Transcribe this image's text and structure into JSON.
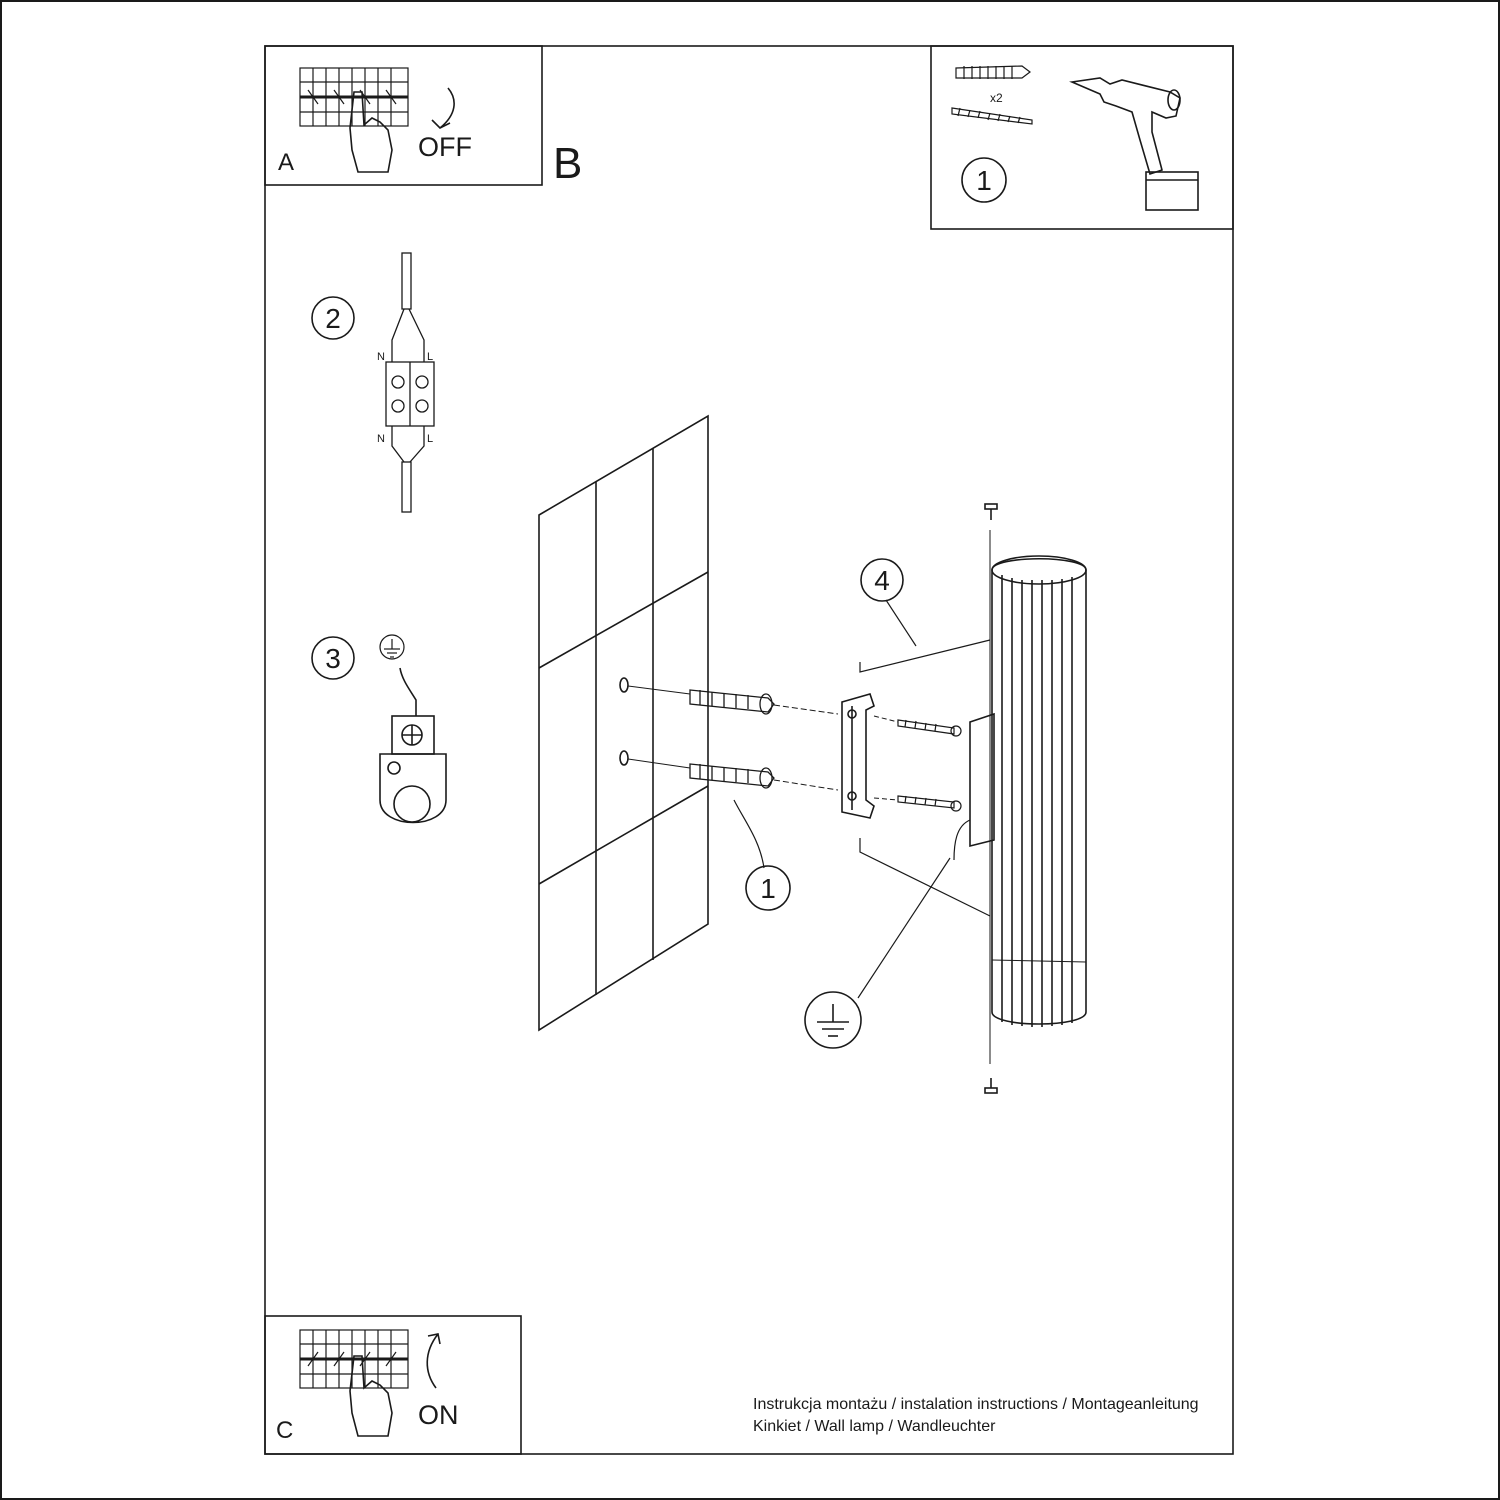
{
  "panels": {
    "a": {
      "letter": "A",
      "switch_label": "OFF"
    },
    "b": {
      "letter": "B"
    },
    "c": {
      "letter": "C",
      "switch_label": "ON"
    }
  },
  "tools": {
    "step_number": "1",
    "quantity": "x2"
  },
  "steps": {
    "wiring": {
      "number": "2",
      "left_label": "N",
      "right_label": "L"
    },
    "ground": {
      "number": "3"
    },
    "anchors": {
      "number": "1"
    },
    "bracket": {
      "number": "4"
    }
  },
  "footer": {
    "line1": "Instrukcja montażu / instalation instructions / Montageanleitung",
    "line2": "Kinkiet / Wall lamp / Wandleuchter"
  },
  "colors": {
    "ink": "#1a1a1a",
    "background": "#ffffff"
  }
}
